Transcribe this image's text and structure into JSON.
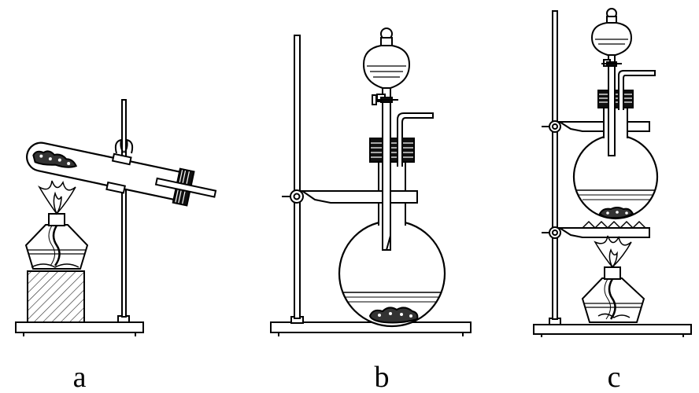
{
  "figure": {
    "panels": [
      {
        "id": "a",
        "label": "a"
      },
      {
        "id": "b",
        "label": "b"
      },
      {
        "id": "c",
        "label": "c"
      }
    ]
  },
  "colors": {
    "ink": "#000000",
    "paper": "#ffffff",
    "hatch": "#222222"
  }
}
